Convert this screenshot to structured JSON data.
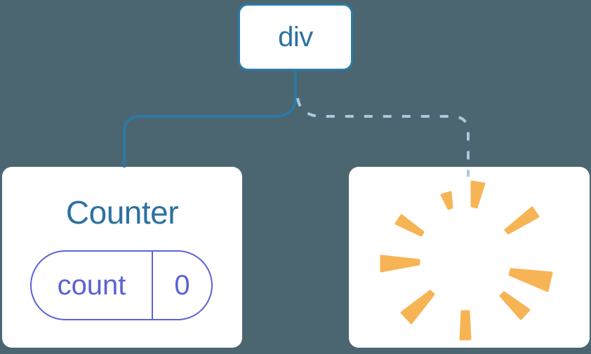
{
  "tree": {
    "root_node": {
      "label": "div"
    },
    "counter_node": {
      "title": "Counter",
      "state_pill": {
        "key": "count",
        "value": "0"
      }
    },
    "removed_node": {
      "icon": "poof-icon"
    }
  },
  "colors": {
    "canvas_background": "#4B6671",
    "node_border_blue": "#2B7AA9",
    "node_text_blue": "#2D729F",
    "solid_connector_blue": "#2B7AA9",
    "dashed_connector_blue": "#A7C9DD",
    "state_pill_purple": "#5B63D3",
    "poof_orange": "#F7B455",
    "card_background": "#FFFFFF"
  }
}
